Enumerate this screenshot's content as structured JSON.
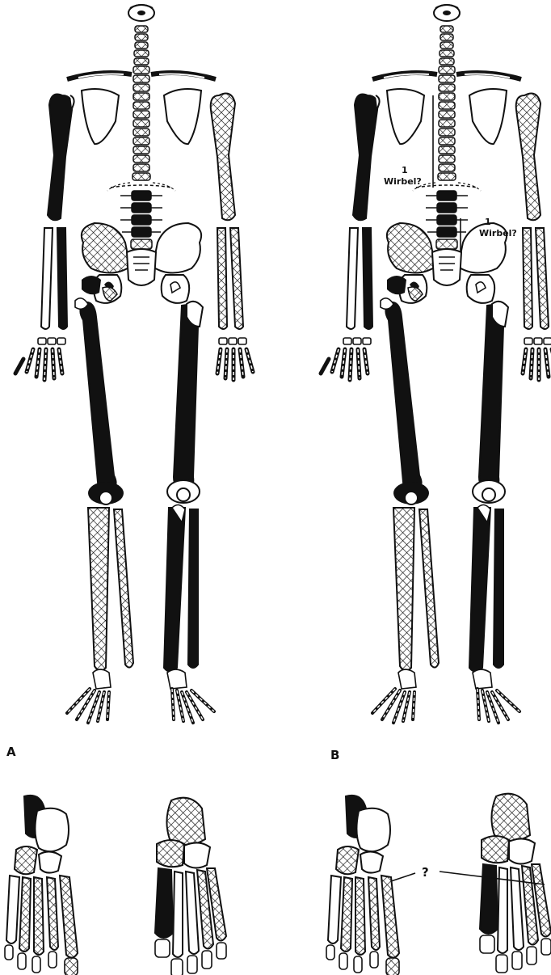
{
  "panels": [
    {
      "id": "A",
      "label": "A"
    },
    {
      "id": "B",
      "label": "B"
    }
  ],
  "annotations": {
    "vertebra_upper_number": "1",
    "vertebra_upper_word": "Wirbel?",
    "vertebra_lower_number": "1",
    "vertebra_lower_word": "Wirbel?",
    "foot_question": "?"
  },
  "legend_patterns": {
    "solid_black": "#111111",
    "crosshatch": "cross-hatched",
    "blank": "#ffffff"
  }
}
